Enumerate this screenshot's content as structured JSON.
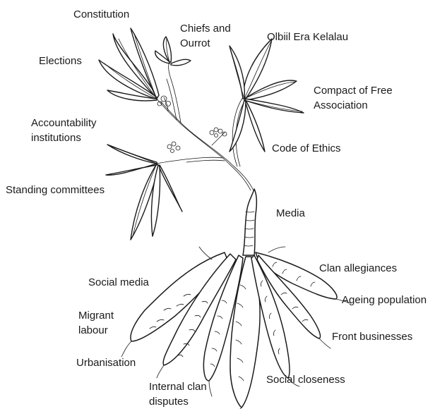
{
  "labels": {
    "constitution": "Constitution",
    "chiefs_and_ourrot": "Chiefs and\nOurrot",
    "olbiil_era_kelalau": "Olbiil Era Kelalau",
    "elections": "Elections",
    "compact_of_free_association": "Compact of Free\nAssociation",
    "accountability_institutions": "Accountability\ninstitutions",
    "code_of_ethics": "Code of Ethics",
    "standing_committees": "Standing committees",
    "media": "Media",
    "clan_allegiances": "Clan allegiances",
    "social_media": "Social media",
    "ageing_population": "Ageing population",
    "migrant_labour": "Migrant\nlabour",
    "front_businesses": "Front businesses",
    "urbanisation": "Urbanisation",
    "social_closeness": "Social closeness",
    "internal_clan_disputes": "Internal clan\ndisputes"
  },
  "illustration": "cassava-plant",
  "colors": {
    "ink": "#1b1b1b",
    "background": "#ffffff",
    "text": "#1a1a1a"
  }
}
